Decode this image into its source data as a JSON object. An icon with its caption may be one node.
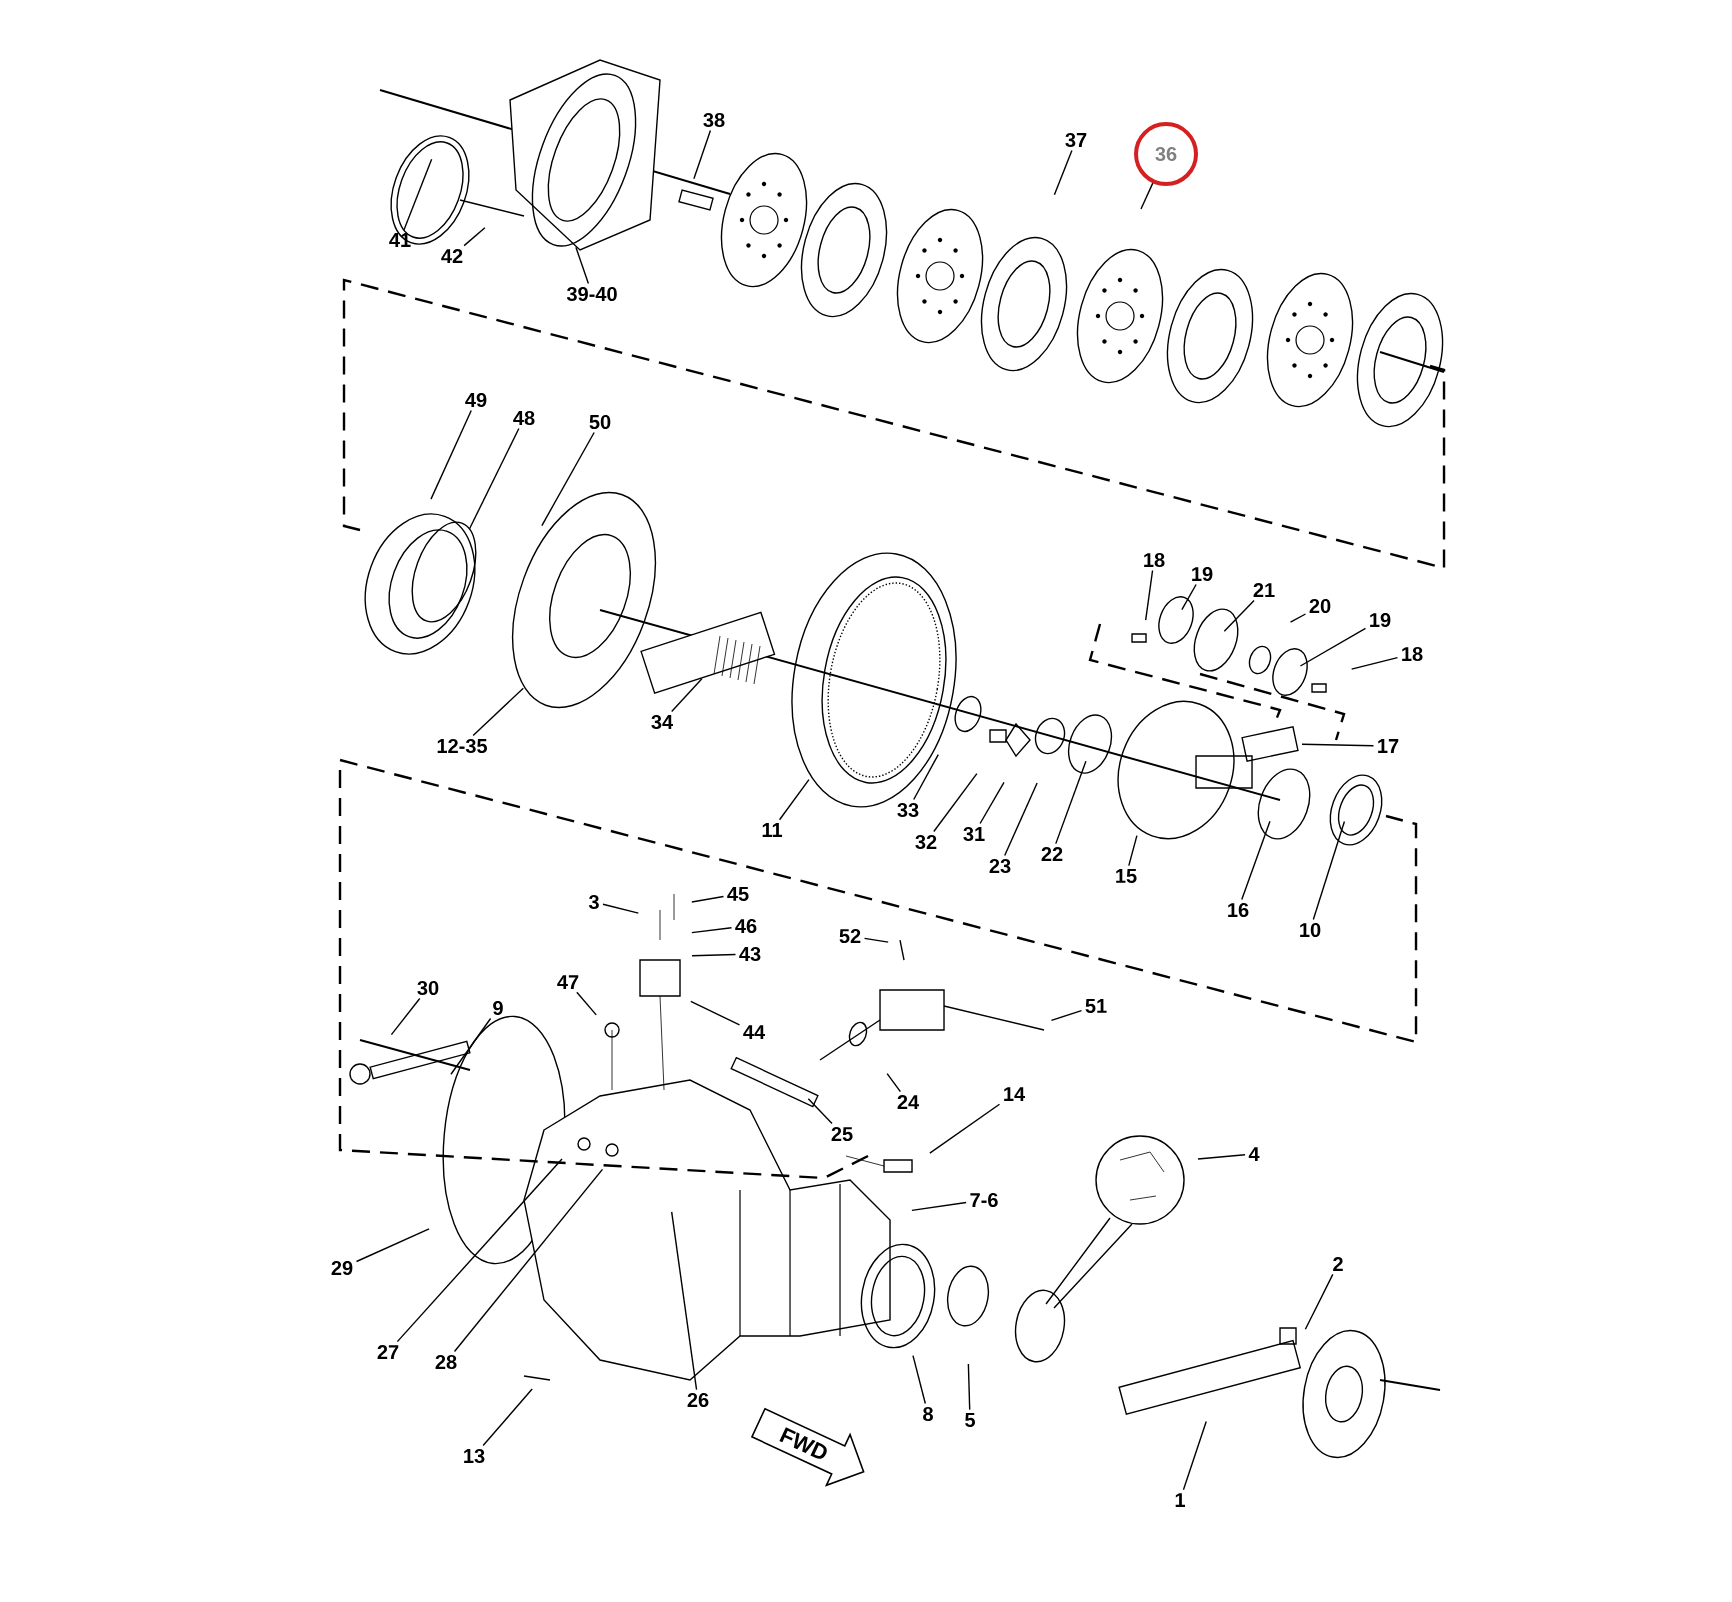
{
  "diagram": {
    "nodes": [
      {
        "text": [
          "41"
        ]
      },
      {
        "text": [
          "42"
        ]
      },
      {
        "text": [
          "39-40"
        ]
      },
      {
        "text": [
          "38"
        ]
      },
      {
        "text": [
          "37"
        ]
      },
      {
        "text": [
          "36"
        ]
      },
      {
        "text": [
          "49"
        ]
      },
      {
        "text": [
          "48"
        ]
      },
      {
        "text": [
          "50"
        ]
      },
      {
        "text": [
          "18"
        ]
      },
      {
        "text": [
          "19"
        ]
      },
      {
        "text": [
          "21"
        ]
      },
      {
        "text": [
          "20"
        ]
      },
      {
        "text": [
          "19"
        ]
      },
      {
        "text": [
          "18"
        ]
      },
      {
        "text": [
          "12-35"
        ]
      },
      {
        "text": [
          "34"
        ]
      },
      {
        "text": [
          "17"
        ]
      },
      {
        "text": [
          "11"
        ]
      },
      {
        "text": [
          "33"
        ]
      },
      {
        "text": [
          "32"
        ]
      },
      {
        "text": [
          "31"
        ]
      },
      {
        "text": [
          "23"
        ]
      },
      {
        "text": [
          "22"
        ]
      },
      {
        "text": [
          "15"
        ]
      },
      {
        "text": [
          "16"
        ]
      },
      {
        "text": [
          "10"
        ]
      },
      {
        "text": [
          "3"
        ]
      },
      {
        "text": [
          "45"
        ]
      },
      {
        "text": [
          "46"
        ]
      },
      {
        "text": [
          "43"
        ]
      },
      {
        "text": [
          "47"
        ]
      },
      {
        "text": [
          "30"
        ]
      },
      {
        "text": [
          "9"
        ]
      },
      {
        "text": [
          "52"
        ]
      },
      {
        "text": [
          "44"
        ]
      },
      {
        "text": [
          "51"
        ]
      },
      {
        "text": [
          "24"
        ]
      },
      {
        "text": [
          "25"
        ]
      },
      {
        "text": [
          "14"
        ]
      },
      {
        "text": [
          "4"
        ]
      },
      {
        "text": [
          "7-6"
        ]
      },
      {
        "text": [
          "2"
        ]
      },
      {
        "text": [
          "29"
        ]
      },
      {
        "text": [
          "27"
        ]
      },
      {
        "text": [
          "28"
        ]
      },
      {
        "text": [
          "26"
        ]
      },
      {
        "text": [
          "13"
        ]
      },
      {
        "text": [
          "8"
        ]
      },
      {
        "text": [
          "5"
        ]
      },
      {
        "text": [
          "1"
        ]
      },
      {
        "text": [
          "FWD"
        ]
      }
    ],
    "edges": [
      {
        "from": 0,
        "to": null,
        "arrow": "none"
      },
      {
        "from": 1,
        "to": null,
        "arrow": "none"
      },
      {
        "from": 2,
        "to": null,
        "arrow": "none"
      },
      {
        "from": 3,
        "to": null,
        "arrow": "none"
      },
      {
        "from": 4,
        "to": null,
        "arrow": "none"
      },
      {
        "from": 5,
        "to": null,
        "arrow": "none"
      },
      {
        "from": 6,
        "to": null,
        "arrow": "none"
      },
      {
        "from": 7,
        "to": null,
        "arrow": "none"
      },
      {
        "from": 8,
        "to": null,
        "arrow": "none"
      },
      {
        "from": 9,
        "to": null,
        "arrow": "none"
      },
      {
        "from": 10,
        "to": null,
        "arrow": "none"
      },
      {
        "from": 11,
        "to": null,
        "arrow": "none"
      },
      {
        "from": 12,
        "to": null,
        "arrow": "none"
      },
      {
        "from": 13,
        "to": null,
        "arrow": "none"
      },
      {
        "from": 14,
        "to": null,
        "arrow": "none"
      },
      {
        "from": 15,
        "to": null,
        "arrow": "none"
      },
      {
        "from": 16,
        "to": null,
        "arrow": "none"
      },
      {
        "from": 17,
        "to": null,
        "arrow": "none"
      },
      {
        "from": 18,
        "to": null,
        "arrow": "none"
      },
      {
        "from": 19,
        "to": null,
        "arrow": "none"
      },
      {
        "from": 20,
        "to": null,
        "arrow": "none"
      },
      {
        "from": 21,
        "to": null,
        "arrow": "none"
      },
      {
        "from": 22,
        "to": null,
        "arrow": "none"
      },
      {
        "from": 23,
        "to": null,
        "arrow": "none"
      },
      {
        "from": 24,
        "to": null,
        "arrow": "none"
      },
      {
        "from": 25,
        "to": null,
        "arrow": "none"
      },
      {
        "from": 26,
        "to": null,
        "arrow": "none"
      },
      {
        "from": 27,
        "to": null,
        "arrow": "none"
      },
      {
        "from": 28,
        "to": null,
        "arrow": "none"
      },
      {
        "from": 29,
        "to": null,
        "arrow": "none"
      },
      {
        "from": 30,
        "to": null,
        "arrow": "none"
      },
      {
        "from": 31,
        "to": null,
        "arrow": "none"
      },
      {
        "from": 32,
        "to": null,
        "arrow": "none"
      },
      {
        "from": 33,
        "to": null,
        "arrow": "none"
      },
      {
        "from": 34,
        "to": null,
        "arrow": "none"
      },
      {
        "from": 35,
        "to": null,
        "arrow": "none"
      },
      {
        "from": 36,
        "to": null,
        "arrow": "none"
      },
      {
        "from": 37,
        "to": null,
        "arrow": "none"
      },
      {
        "from": 38,
        "to": null,
        "arrow": "none"
      },
      {
        "from": 39,
        "to": null,
        "arrow": "none"
      },
      {
        "from": 40,
        "to": null,
        "arrow": "none"
      },
      {
        "from": 41,
        "to": null,
        "arrow": "none"
      },
      {
        "from": 42,
        "to": null,
        "arrow": "none"
      },
      {
        "from": 43,
        "to": null,
        "arrow": "none"
      },
      {
        "from": 44,
        "to": null,
        "arrow": "none"
      },
      {
        "from": 45,
        "to": null,
        "arrow": "none"
      },
      {
        "from": 46,
        "to": null,
        "arrow": "none"
      },
      {
        "from": 47,
        "to": null,
        "arrow": "none"
      },
      {
        "from": 48,
        "to": null,
        "arrow": "none"
      },
      {
        "from": 49,
        "to": null,
        "arrow": "none"
      },
      {
        "from": 50,
        "to": null,
        "arrow": "none"
      }
    ]
  }
}
